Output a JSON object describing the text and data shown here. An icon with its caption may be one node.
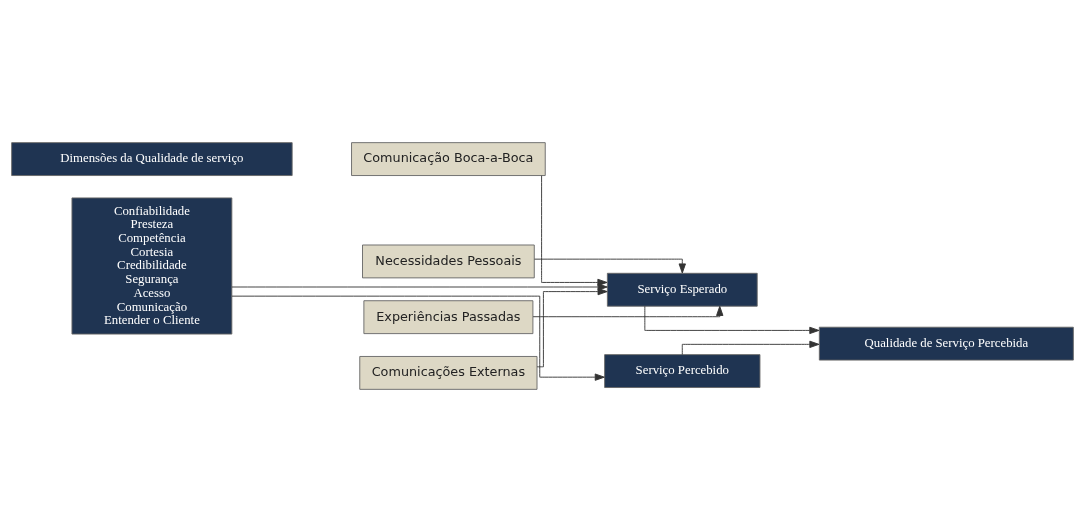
{
  "diagram": {
    "nodes": [
      {
        "text": [
          "Dimensões da Qualidade de serviço"
        ]
      },
      {
        "text": [
          "Comunicação Boca-a-Boca"
        ]
      },
      {
        "text": [
          "Necessidades Pessoais"
        ]
      },
      {
        "text": [
          "Experiências Passadas"
        ]
      },
      {
        "text": [
          "Comunicações Externas"
        ]
      },
      {
        "text": [
          "Confiabilidade",
          "Presteza",
          "Competência",
          "Cortesia",
          "Credibilidade",
          "Segurança",
          "Acesso",
          "Comunicação",
          "Entender o Cliente"
        ]
      },
      {
        "text": [
          "Serviço Esperado"
        ]
      },
      {
        "text": [
          "Serviço Percebido"
        ]
      },
      {
        "text": [
          "Qualidade de Serviço Percebida"
        ]
      }
    ],
    "edges": [
      {
        "from": 1,
        "to": 6,
        "arrow": "to"
      },
      {
        "from": 2,
        "to": 6,
        "arrow": "to"
      },
      {
        "from": 3,
        "to": 6,
        "arrow": "to"
      },
      {
        "from": 4,
        "to": 6,
        "arrow": "to"
      },
      {
        "from": 5,
        "to": 6,
        "arrow": "to"
      },
      {
        "from": 5,
        "to": 7,
        "arrow": "to"
      },
      {
        "from": 6,
        "to": 8,
        "arrow": "to"
      },
      {
        "from": 7,
        "to": 8,
        "arrow": "to"
      }
    ]
  }
}
